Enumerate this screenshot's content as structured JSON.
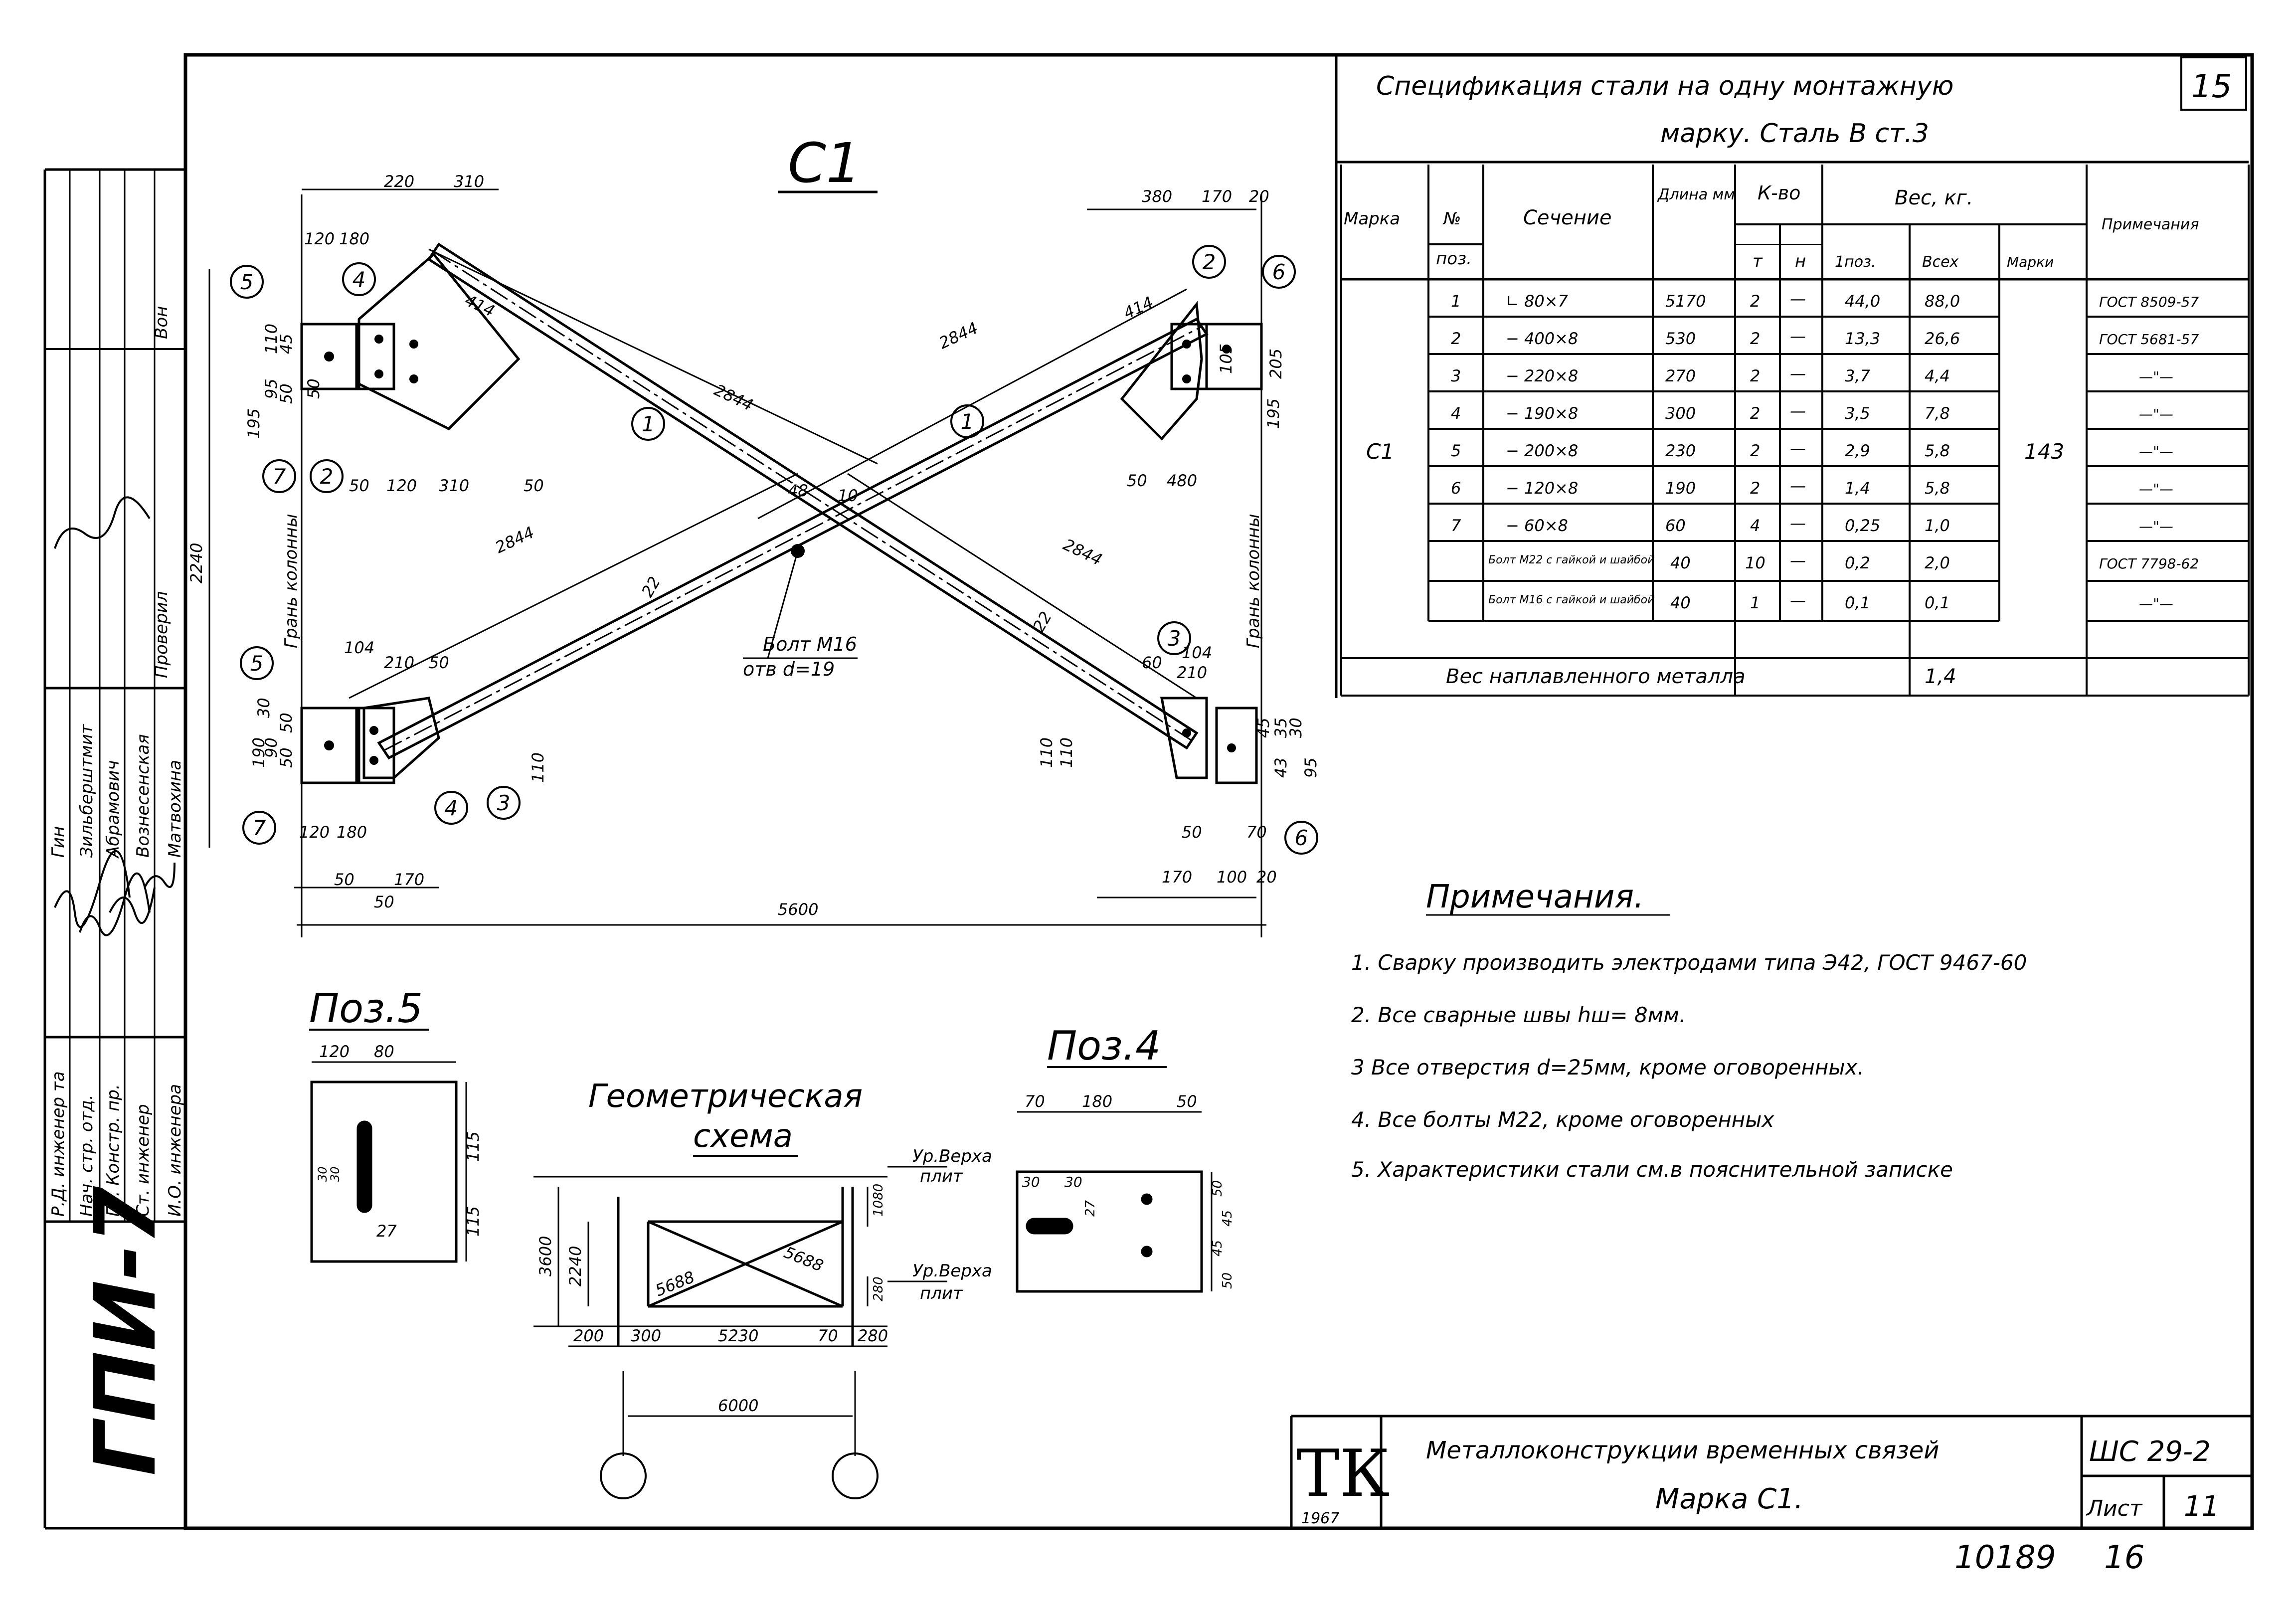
{
  "drawing": {
    "title": "С1",
    "overall_width": "5600",
    "height_2240": "2240",
    "diag_len": "2844",
    "pos_width": "414",
    "bolt_label": "Болт М16",
    "bolt_hole": "отв d=19",
    "column_face": "Грань колонны",
    "angle_48": "48",
    "angle_10": "10",
    "dim_104": "104",
    "dim_22": "22",
    "dims_top_left": [
      "220",
      "310",
      "120",
      "180"
    ],
    "dims_top_right": [
      "380",
      "170",
      "20"
    ],
    "dims_bottom_left": [
      "50",
      "170",
      "50",
      "120",
      "180",
      "210",
      "50"
    ],
    "dims_bottom_right": [
      "170",
      "100",
      "20",
      "50",
      "70",
      "60",
      "210"
    ],
    "dims_left_mid": [
      "50",
      "120",
      "310",
      "50"
    ],
    "dims_right_mid": [
      "50",
      "480"
    ],
    "dims_misc": [
      "110",
      "45",
      "50",
      "95",
      "195",
      "50",
      "110",
      "30",
      "90",
      "50",
      "190",
      "50",
      "105",
      "205",
      "195",
      "110",
      "110",
      "45",
      "35",
      "30",
      "43",
      "95"
    ]
  },
  "callouts": [
    "1",
    "2",
    "3",
    "4",
    "5",
    "6",
    "7"
  ],
  "pos5": {
    "title": "Поз.5",
    "dims": [
      "120",
      "80",
      "115",
      "115",
      "30",
      "30",
      "27"
    ]
  },
  "pos4": {
    "title": "Поз.4",
    "dims": [
      "70",
      "180",
      "50",
      "30",
      "30",
      "27",
      "50",
      "45",
      "45",
      "50"
    ]
  },
  "geom": {
    "title1": "Геометрическая",
    "title2": "схема",
    "dims": [
      "3600",
      "2240",
      "1080",
      "280",
      "5688",
      "5688",
      "200",
      "300",
      "5230",
      "70",
      "280",
      "6000"
    ],
    "top_level1": "Ур.Верха",
    "top_level2": "плит",
    "bot_level1": "Ур.Верха",
    "bot_level2": "плит"
  },
  "spec": {
    "title1": "Спецификация стали на одну монтажную",
    "title2": "марку. Сталь В ст.3",
    "sheet_no": "15",
    "headers": {
      "mark": "Марка",
      "pos1": "№",
      "pos2": "поз.",
      "section": "Сечение",
      "length": "Длина мм",
      "qty": "К-во",
      "qty_t": "т",
      "qty_n": "н",
      "weight": "Вес, кг.",
      "w_pos": "1поз.",
      "w_all": "Всех",
      "w_mark": "Марки",
      "notes": "Примечания"
    },
    "mark_value": "С1",
    "mark_weight": "143",
    "rows": [
      {
        "pos": "1",
        "section": "∟ 80×7",
        "length": "5170",
        "t": "2",
        "n": "—",
        "w1": "44,0",
        "wall": "88,0",
        "note": "ГОСТ 8509-57"
      },
      {
        "pos": "2",
        "section": "− 400×8",
        "length": "530",
        "t": "2",
        "n": "—",
        "w1": "13,3",
        "wall": "26,6",
        "note": "ГОСТ 5681-57"
      },
      {
        "pos": "3",
        "section": "− 220×8",
        "length": "270",
        "t": "2",
        "n": "—",
        "w1": "3,7",
        "wall": "4,4",
        "note": "—\"—"
      },
      {
        "pos": "4",
        "section": "− 190×8",
        "length": "300",
        "t": "2",
        "n": "—",
        "w1": "3,5",
        "wall": "7,8",
        "note": "—\"—"
      },
      {
        "pos": "5",
        "section": "− 200×8",
        "length": "230",
        "t": "2",
        "n": "—",
        "w1": "2,9",
        "wall": "5,8",
        "note": "—\"—"
      },
      {
        "pos": "6",
        "section": "− 120×8",
        "length": "190",
        "t": "2",
        "n": "—",
        "w1": "1,4",
        "wall": "5,8",
        "note": "—\"—"
      },
      {
        "pos": "7",
        "section": "− 60×8",
        "length": "60",
        "t": "4",
        "n": "—",
        "w1": "0,25",
        "wall": "1,0",
        "note": "—\"—"
      },
      {
        "pos": "",
        "section": "Болт М22 с гайкой и шайбой",
        "length": "40",
        "t": "10",
        "n": "—",
        "w1": "0,2",
        "wall": "2,0",
        "note": "ГОСТ 7798-62"
      },
      {
        "pos": "",
        "section": "Болт М16 с гайкой и шайбой",
        "length": "40",
        "t": "1",
        "n": "—",
        "w1": "0,1",
        "wall": "0,1",
        "note": "—\"—"
      }
    ],
    "weld_label": "Вес наплавленного металла",
    "weld_value": "1,4"
  },
  "notes": {
    "title": "Примечания.",
    "items": [
      "1. Сварку производить электродами типа Э42, ГОСТ 9467-60",
      "2. Все сварные швы hш= 8мм.",
      "3 Все отверстия d=25мм, кроме оговоренных.",
      "4. Все болты М22, кроме оговоренных",
      "5. Характеристики стали см.в пояснительной записке"
    ]
  },
  "left_strip": {
    "code": "ГПИ-7",
    "roles": [
      "Р.Д. инженер та",
      "Нач. стр. отд.",
      "Гл. Констр. пр.",
      "Ст. инженер",
      "И.О. инженера"
    ],
    "names": [
      "Гин",
      "Зильберштмит",
      "Абрамович",
      "Вознесенская",
      "Матвохина"
    ],
    "labels": [
      "Вон",
      "Проверил"
    ]
  },
  "stamp": {
    "logo_letters": "ТК",
    "year": "1967",
    "title1": "Металлоконструкции временных связей",
    "title2": "Марка С1.",
    "code": "ШС 29-2",
    "sheet_label": "Лист",
    "sheet_no": "11"
  },
  "footer": {
    "num1": "10189",
    "num2": "16"
  }
}
